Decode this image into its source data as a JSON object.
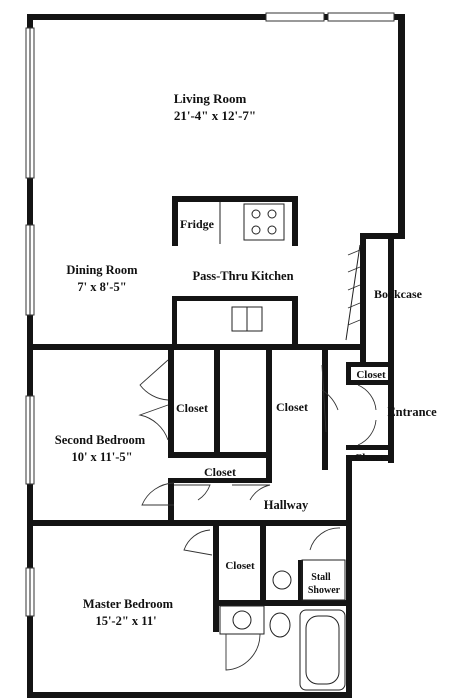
{
  "plan": {
    "rooms": {
      "living_room": {
        "name": "Living Room",
        "size": "21'-4\" x 12'-7\""
      },
      "dining_room": {
        "name": "Dining Room",
        "size": "7' x 8'-5\""
      },
      "kitchen": {
        "name": "Pass-Thru Kitchen"
      },
      "second_bedroom": {
        "name": "Second Bedroom",
        "size": "10' x 11'-5\""
      },
      "master_bedroom": {
        "name": "Master Bedroom",
        "size": "15'-2\" x 11'"
      },
      "hallway": {
        "name": "Hallway"
      },
      "entrance": {
        "name": "Entrance"
      }
    },
    "fixtures": {
      "fridge": "Fridge",
      "bookcase": "Bookcase",
      "stall_shower_line1": "Stall",
      "stall_shower_line2": "Shower"
    },
    "closets": {
      "second_bedroom_closet": "Closet",
      "middle_closet": "Closet",
      "hall_closet": "Closet",
      "entrance_upper": "Closet",
      "entrance_lower": "Closet",
      "master_closet": "Closet"
    }
  }
}
